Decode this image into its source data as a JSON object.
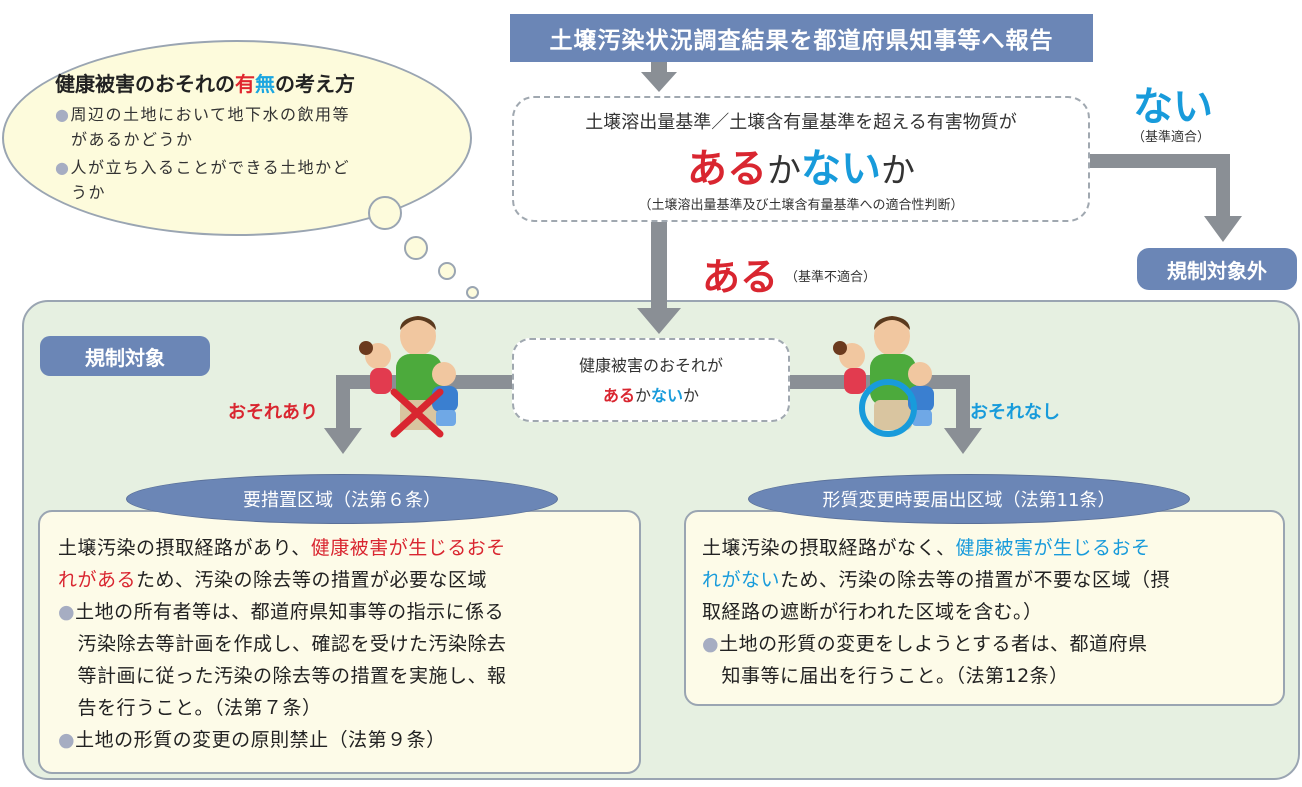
{
  "report": {
    "text": "土壌汚染状況調査結果を都道府県知事等へ報告"
  },
  "thought": {
    "title_pre": "健康被害のおそれの",
    "title_red": "有",
    "title_blue": "無",
    "title_post": "の考え方",
    "items": [
      "周辺の土地において地下水の飲用等があるかどうか",
      "人が立ち入ることができる土地かどうか"
    ],
    "item_lines": [
      [
        "周辺の土地において地下水の飲用等",
        "があるかどうか"
      ],
      [
        "人が立ち入ることができる土地かど",
        "うか"
      ]
    ]
  },
  "judgement": {
    "line1": "土壌溶出量基準／土壌含有量基準を超える有害物質が",
    "aru": "ある",
    "ka1": "か",
    "nai": "ない",
    "ka2": "か",
    "line3": "（土壌溶出量基準及び土壌含有量基準への適合性判断）"
  },
  "no_branch": {
    "label": "ない",
    "sub": "（基準適合）",
    "result": "規制対象外"
  },
  "yes_branch": {
    "label": "ある",
    "sub": "（基準不適合）"
  },
  "regulated": {
    "badge": "規制対象"
  },
  "health": {
    "line1": "健康被害のおそれが",
    "aru": "ある",
    "ka1": "か",
    "nai": "ない",
    "ka2": "か",
    "risk_yes": "おそれあり",
    "risk_no": "おそれなし"
  },
  "left_zone": {
    "header": "要措置区域（法第６条）",
    "lines": [
      {
        "parts": [
          {
            "t": "土壌汚染の摂取経路があり、",
            "c": ""
          },
          {
            "t": "健康被害が生じるおそ",
            "c": "red"
          }
        ]
      },
      {
        "parts": [
          {
            "t": "れがある",
            "c": "red"
          },
          {
            "t": "ため、汚染の除去等の措置が必要な区域",
            "c": ""
          }
        ]
      },
      {
        "parts": [
          {
            "t": "●",
            "c": "dot"
          },
          {
            "t": "土地の所有者等は、都道府県知事等の指示に係る",
            "c": ""
          }
        ]
      },
      {
        "parts": [
          {
            "t": "　汚染除去等計画を作成し、確認を受けた汚染除去",
            "c": ""
          }
        ]
      },
      {
        "parts": [
          {
            "t": "　等計画に従った汚染の除去等の措置を実施し、報",
            "c": ""
          }
        ]
      },
      {
        "parts": [
          {
            "t": "　告を行うこと。（法第７条）",
            "c": ""
          }
        ]
      },
      {
        "parts": [
          {
            "t": "●",
            "c": "dot"
          },
          {
            "t": "土地の形質の変更の原則禁止（法第９条）",
            "c": ""
          }
        ]
      }
    ]
  },
  "right_zone": {
    "header": "形質変更時要届出区域（法第11条）",
    "lines": [
      {
        "parts": [
          {
            "t": "土壌汚染の摂取経路がなく、",
            "c": ""
          },
          {
            "t": "健康被害が生じるおそ",
            "c": "blue"
          }
        ]
      },
      {
        "parts": [
          {
            "t": "れがない",
            "c": "blue"
          },
          {
            "t": "ため、汚染の除去等の措置が不要な区域（摂",
            "c": ""
          }
        ]
      },
      {
        "parts": [
          {
            "t": "取経路の遮断が行われた区域を含む。）",
            "c": ""
          }
        ]
      },
      {
        "parts": [
          {
            "t": "●",
            "c": "dot"
          },
          {
            "t": "土地の形質の変更をしようとする者は、都道府県",
            "c": ""
          }
        ]
      },
      {
        "parts": [
          {
            "t": "　知事等に届出を行うこと。（法第12条）",
            "c": ""
          }
        ]
      }
    ]
  },
  "colors": {
    "navy_box": "#6b86b6",
    "red": "#d92630",
    "blue": "#189bdb",
    "green_bg": "#e6f0e1",
    "card_bg": "#fdfbe8",
    "bubble_bg": "#fdfbdc",
    "arrow": "#8a8f95"
  }
}
